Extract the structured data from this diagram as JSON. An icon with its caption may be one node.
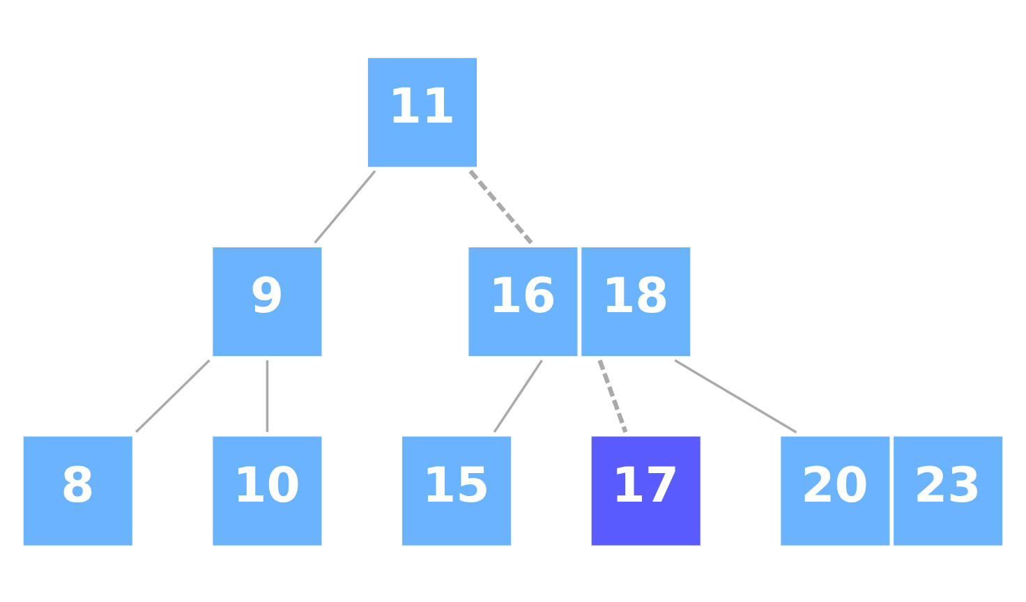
{
  "diagram": {
    "nodes": [
      {
        "text": [
          "11"
        ]
      },
      {
        "text": [
          "9"
        ]
      },
      {
        "text": [
          "16",
          "18"
        ]
      },
      {
        "text": [
          "8"
        ]
      },
      {
        "text": [
          "10"
        ]
      },
      {
        "text": [
          "15"
        ]
      },
      {
        "text": [
          "17"
        ]
      },
      {
        "text": [
          "20",
          "23"
        ]
      }
    ],
    "edges": [
      {
        "from": 0,
        "to": 1,
        "arrow": "none"
      },
      {
        "from": 0,
        "to": 2,
        "arrow": "none",
        "style": "dashed"
      },
      {
        "from": 1,
        "to": 3,
        "arrow": "none"
      },
      {
        "from": 1,
        "to": 4,
        "arrow": "none"
      },
      {
        "from": 2,
        "to": 5,
        "arrow": "none"
      },
      {
        "from": 2,
        "to": 6,
        "arrow": "none",
        "style": "dashed"
      },
      {
        "from": 2,
        "to": 7,
        "arrow": "none"
      }
    ]
  }
}
